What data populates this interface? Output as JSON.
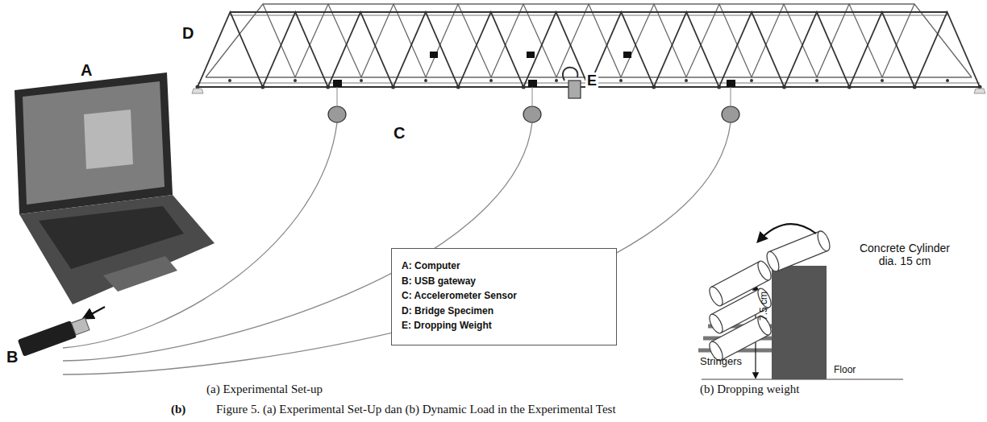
{
  "diagram": {
    "caption": "Figure 5. (a) Experimental Set-Up dan (b) Dynamic Load in the Experimental Test",
    "nodes": [
      {
        "text": [
          "A: Computer",
          "B: USB gateway",
          "C: Accelerometer Sensor",
          "D: Bridge Specimen",
          "E: Dropping Weight"
        ]
      }
    ],
    "labels": [
      "A",
      "B",
      "C",
      "D",
      "E",
      "Concrete Cylinder dia. 15 cm",
      "7.5 cm",
      "Stringers",
      "Floor",
      "(a) Experimental Set-up",
      "(b) Dropping weight",
      "(b)"
    ]
  }
}
